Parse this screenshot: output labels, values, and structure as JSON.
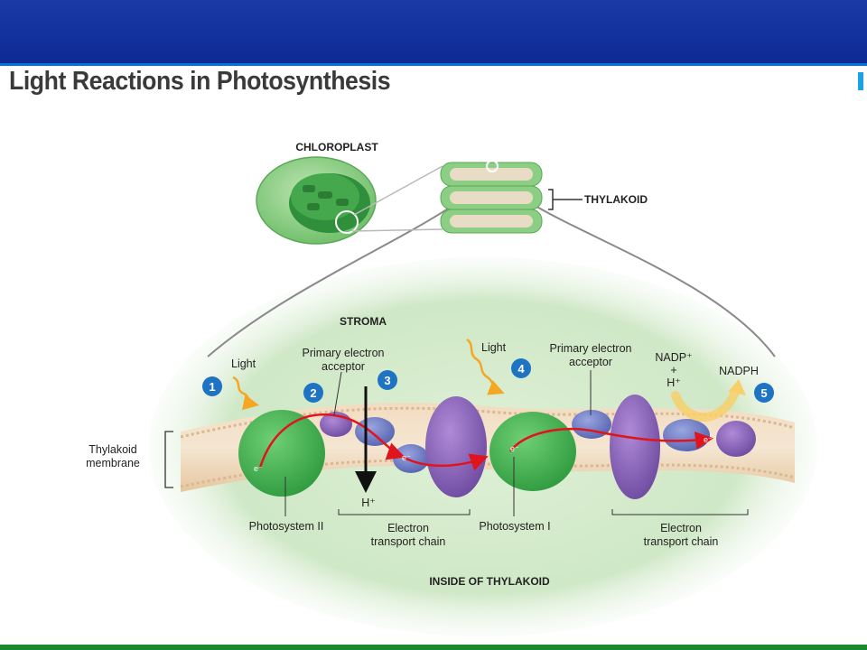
{
  "header": {
    "title": "Light Reactions in Photosynthesis",
    "band_color": "#0e2a94",
    "accent_color": "#1b8a2e"
  },
  "diagram": {
    "chloroplast_label": "CHLOROPLAST",
    "thylakoid_label": "THYLAKOID",
    "stroma_label": "STROMA",
    "inside_label": "INSIDE OF THYLAKOID",
    "membrane_label_line1": "Thylakoid",
    "membrane_label_line2": "membrane",
    "light_1": "Light",
    "light_2": "Light",
    "primary_acceptor_1_line1": "Primary electron",
    "primary_acceptor_1_line2": "acceptor",
    "primary_acceptor_2_line1": "Primary electron",
    "primary_acceptor_2_line2": "acceptor",
    "nadp_line1": "NADP⁺",
    "nadp_line2": "+",
    "nadp_line3": "H⁺",
    "nadph": "NADPH",
    "h_plus": "H⁺",
    "photosystem_2": "Photosystem II",
    "photosystem_1": "Photosystem I",
    "etc_1_line1": "Electron",
    "etc_1_line2": "transport chain",
    "etc_2_line1": "Electron",
    "etc_2_line2": "transport chain",
    "electron": "e⁻",
    "steps": [
      "1",
      "2",
      "3",
      "4",
      "5"
    ],
    "colors": {
      "stroma": "#cfe8c6",
      "membrane": "#e8c9a3",
      "photosystem": "#3daa4a",
      "cytochrome": "#8a63b8",
      "carrier": "#6c7bc4",
      "electron_path": "#e0141c",
      "step_badge": "#1e73c2",
      "light": "#f5a623"
    }
  }
}
